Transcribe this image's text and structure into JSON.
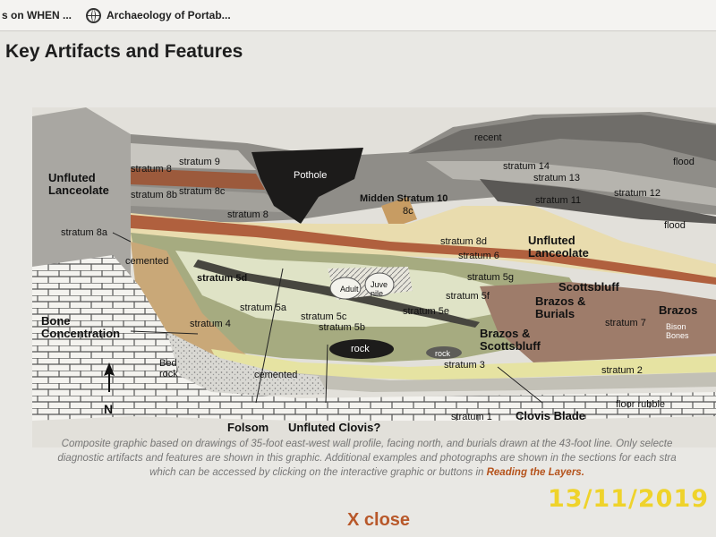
{
  "bookmarks": [
    {
      "label": "s on WHEN ..."
    },
    {
      "label": "Archaeology of Portab..."
    }
  ],
  "page_title": "Key Artifacts and Features",
  "diagram": {
    "north": "N",
    "labels": {
      "recent": "recent",
      "flood_top": "flood",
      "stratum14": "stratum 14",
      "stratum13": "stratum 13",
      "stratum12": "stratum 12",
      "stratum11": "stratum 11",
      "flood_right": "flood",
      "stratum9": "stratum 9",
      "stratum8_top": "stratum 8",
      "stratum8c": "stratum 8c",
      "stratum8b": "stratum 8b",
      "stratum8_mid": "stratum 8",
      "stratum8a": "stratum 8a",
      "pothole": "Pothole",
      "midden": "Midden Stratum 10",
      "stratum8c_small": "8c",
      "stratum8d": "stratum 8d",
      "stratum6": "stratum 6",
      "unfluted_lanceolate_left": "Unfluted Lanceolate",
      "unfluted_lanceolate_right": "Unfluted Lanceolate",
      "scottsbluff": "Scottsbluff",
      "stratum5g": "stratum 5g",
      "stratum5f": "stratum 5f",
      "stratum5d": "stratum 5d",
      "adult": "Adult",
      "juvenile": "Juve nile",
      "cemented_top": "cemented",
      "brazos_burials": "Brazos & Burials",
      "brazos": "Brazos",
      "stratum7": "stratum 7",
      "bison_bones": "Bison Bones",
      "stratum4": "stratum 4",
      "stratum5a": "stratum 5a",
      "stratum5c": "stratum 5c",
      "stratum5b": "stratum 5b",
      "stratum5e": "stratum 5e",
      "brazos_scottsbluff": "Brazos & Scottsbluff",
      "bone_concentration": "Bone Concentration",
      "rock": "rock",
      "rock_small": "rock",
      "stratum3": "stratum 3",
      "stratum2": "stratum 2",
      "bedrock": "Bed rock",
      "cemented_bottom": "cemented",
      "floor_rubble": "floor rubble",
      "stratum1": "stratum 1",
      "clovis_blade": "Clovis Blade",
      "folsom": "Folsom",
      "unfluted_clovis": "Unfluted Clovis?"
    }
  },
  "caption": {
    "line1": "Composite graphic based on drawings of 35-foot east-west wall profile, facing north, and burials drawn at the 43-foot line. Only selecte",
    "line2": "diagnostic artifacts and features are shown in this graphic. Additional examples and photographs are shown in the sections for each stra",
    "line3_pre": "which can be accessed by clicking on the interactive graphic or buttons in",
    "line3_link": "Reading the Layers."
  },
  "close_label": "X close",
  "date_stamp": "13/11/2019",
  "colors": {
    "link": "#b5531c",
    "close": "#b8582a",
    "stamp": "#f0d21c"
  }
}
